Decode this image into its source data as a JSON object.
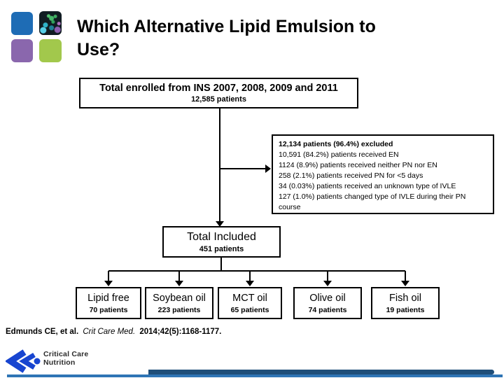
{
  "title": {
    "line1": "Which Alternative Lipid Emulsion to",
    "line2": "Use?"
  },
  "flow": {
    "enrolled": {
      "title": "Total enrolled from INS 2007, 2008, 2009 and 2011",
      "count": "12,585 patients"
    },
    "excluded": {
      "header": "12,134 patients (96.4%) excluded",
      "lines": [
        "10,591 (84.2%) patients received EN",
        "1124 (8.9%) patients received neither PN nor EN",
        "258 (2.1%) patients received PN for <5 days",
        "34 (0.03%) patients received an unknown type of IVLE",
        "127 (1.0%) patients changed type of IVLE during their PN course"
      ]
    },
    "included": {
      "title": "Total Included",
      "count": "451 patients"
    },
    "groups": [
      {
        "title": "Lipid free",
        "count": "70 patients"
      },
      {
        "title": "Soybean oil",
        "count": "223 patients"
      },
      {
        "title": "MCT oil",
        "count": "65 patients"
      },
      {
        "title": "Olive oil",
        "count": "74 patients"
      },
      {
        "title": "Fish oil",
        "count": "19 patients"
      }
    ]
  },
  "citation": {
    "authors": "Edmunds CE, et al.",
    "journal": "Crit Care Med.",
    "details": "2014;42(5):1168-1177."
  },
  "footer_logo": {
    "line1": "Critical Care",
    "line2": "Nutrition"
  },
  "icons": {
    "brand_tiles": [
      "blue-square",
      "molecule-photo",
      "purple-square",
      "green-square"
    ],
    "ccn_mark": "double-left-chevron-with-dot"
  },
  "colors": {
    "title_text": "#000000",
    "box_border": "#000000",
    "logo_blue": "#1e6cb5",
    "logo_purple": "#8a67ad",
    "logo_green": "#a2c84c",
    "ccn_blue": "#1845d0",
    "footer_bar_dark": "#1f4e79",
    "footer_bar_light": "#2e74b5"
  }
}
